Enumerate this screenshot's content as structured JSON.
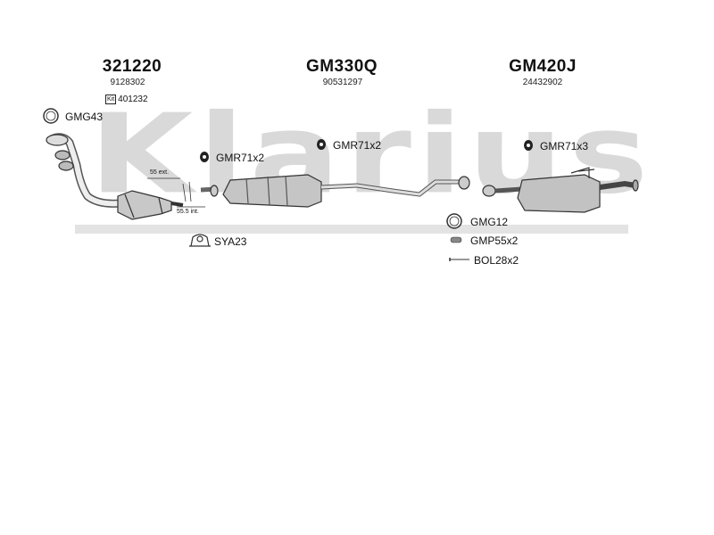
{
  "watermark": "Klarius",
  "columns": [
    {
      "code": "321220",
      "ref": "9128302"
    },
    {
      "code": "GM330Q",
      "ref": "90531297"
    },
    {
      "code": "GM420J",
      "ref": "24432902"
    }
  ],
  "kit": {
    "badge": "Kit",
    "number": "401232"
  },
  "parts": {
    "gmg43": "GMG43",
    "gmr71_a": "GMR71x2",
    "gmr71_b": "GMR71x2",
    "gmr71_c": "GMR71x3",
    "sya23": "SYA23",
    "gmg12": "GMG12",
    "gmp55": "GMP55x2",
    "bol28": "BOL28x2"
  },
  "dimensions": {
    "ext": "55 ext.",
    "int": "55.5 int."
  }
}
